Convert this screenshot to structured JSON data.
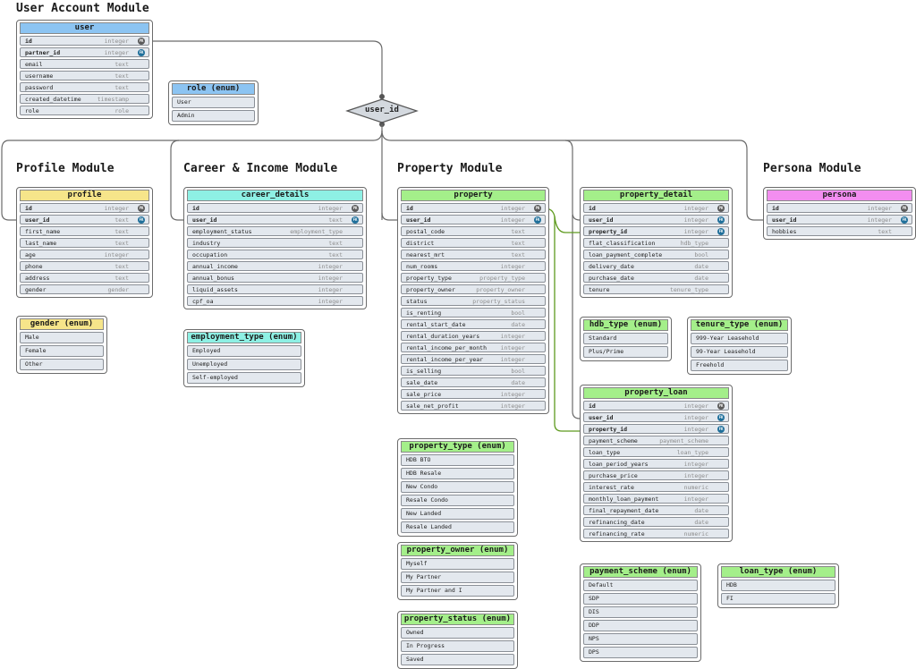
{
  "colors": {
    "user_module": "#8cc4f2",
    "profile_module": "#f6e58a",
    "career_module": "#8ef0e4",
    "property_module": "#a4ef8a",
    "persona_module": "#f38ef0",
    "wire": "#6a6a6a",
    "property_wire": "#5e9a1e"
  },
  "connector": {
    "label": "user_id"
  },
  "modules": {
    "user": {
      "title": "User Account Module"
    },
    "profile": {
      "title": "Profile Module"
    },
    "career": {
      "title": "Career & Income Module"
    },
    "property": {
      "title": "Property Module"
    },
    "persona": {
      "title": "Persona Module"
    }
  },
  "tables": {
    "user": {
      "name": "user",
      "fields": [
        {
          "name": "id",
          "type": "integer",
          "key": "PK",
          "bold": true
        },
        {
          "name": "partner_id",
          "type": "integer",
          "key": "FK",
          "bold": true
        },
        {
          "name": "email",
          "type": "text",
          "key": ""
        },
        {
          "name": "username",
          "type": "text",
          "key": ""
        },
        {
          "name": "password",
          "type": "text",
          "key": ""
        },
        {
          "name": "created_datetime",
          "type": "timestamp",
          "key": ""
        },
        {
          "name": "role",
          "type": "role",
          "key": ""
        }
      ]
    },
    "profile": {
      "name": "profile",
      "fields": [
        {
          "name": "id",
          "type": "integer",
          "key": "PK",
          "bold": true
        },
        {
          "name": "user_id",
          "type": "text",
          "key": "FK",
          "bold": true
        },
        {
          "name": "first_name",
          "type": "text",
          "key": ""
        },
        {
          "name": "last_name",
          "type": "text",
          "key": ""
        },
        {
          "name": "age",
          "type": "integer",
          "key": ""
        },
        {
          "name": "phone",
          "type": "text",
          "key": ""
        },
        {
          "name": "address",
          "type": "text",
          "key": ""
        },
        {
          "name": "gender",
          "type": "gender",
          "key": ""
        }
      ]
    },
    "career_details": {
      "name": "career_details",
      "fields": [
        {
          "name": "id",
          "type": "integer",
          "key": "PK",
          "bold": true
        },
        {
          "name": "user_id",
          "type": "text",
          "key": "FK",
          "bold": true
        },
        {
          "name": "employment_status",
          "type": "employment_type",
          "key": ""
        },
        {
          "name": "industry",
          "type": "text",
          "key": ""
        },
        {
          "name": "occupation",
          "type": "text",
          "key": ""
        },
        {
          "name": "annual_income",
          "type": "integer",
          "key": ""
        },
        {
          "name": "annual_bonus",
          "type": "integer",
          "key": ""
        },
        {
          "name": "liquid_assets",
          "type": "integer",
          "key": ""
        },
        {
          "name": "cpf_oa",
          "type": "integer",
          "key": ""
        }
      ]
    },
    "property": {
      "name": "property",
      "fields": [
        {
          "name": "id",
          "type": "integer",
          "key": "PK",
          "bold": true
        },
        {
          "name": "user_id",
          "type": "integer",
          "key": "FK",
          "bold": true
        },
        {
          "name": "postal_code",
          "type": "text",
          "key": ""
        },
        {
          "name": "district",
          "type": "text",
          "key": ""
        },
        {
          "name": "nearest_mrt",
          "type": "text",
          "key": ""
        },
        {
          "name": "num_rooms",
          "type": "integer",
          "key": ""
        },
        {
          "name": "property_type",
          "type": "property_type",
          "key": ""
        },
        {
          "name": "property_owner",
          "type": "property_owner",
          "key": ""
        },
        {
          "name": "status",
          "type": "property_status",
          "key": ""
        },
        {
          "name": "is_renting",
          "type": "bool",
          "key": ""
        },
        {
          "name": "rental_start_date",
          "type": "date",
          "key": ""
        },
        {
          "name": "rental_duration_years",
          "type": "integer",
          "key": ""
        },
        {
          "name": "rental_income_per_month",
          "type": "integer",
          "key": ""
        },
        {
          "name": "rental_income_per_year",
          "type": "integer",
          "key": ""
        },
        {
          "name": "is_selling",
          "type": "bool",
          "key": ""
        },
        {
          "name": "sale_date",
          "type": "date",
          "key": ""
        },
        {
          "name": "sale_price",
          "type": "integer",
          "key": ""
        },
        {
          "name": "sale_net_profit",
          "type": "integer",
          "key": ""
        }
      ]
    },
    "property_detail": {
      "name": "property_detail",
      "fields": [
        {
          "name": "id",
          "type": "integer",
          "key": "PK",
          "bold": true
        },
        {
          "name": "user_id",
          "type": "integer",
          "key": "FK",
          "bold": true
        },
        {
          "name": "property_id",
          "type": "integer",
          "key": "FK",
          "bold": true
        },
        {
          "name": "flat_classification",
          "type": "hdb_type",
          "key": ""
        },
        {
          "name": "loan_payment_complete",
          "type": "bool",
          "key": ""
        },
        {
          "name": "delivery_date",
          "type": "date",
          "key": ""
        },
        {
          "name": "purchase_date",
          "type": "date",
          "key": ""
        },
        {
          "name": "tenure",
          "type": "tenure_type",
          "key": ""
        }
      ]
    },
    "property_loan": {
      "name": "property_loan",
      "fields": [
        {
          "name": "id",
          "type": "integer",
          "key": "PK",
          "bold": true
        },
        {
          "name": "user_id",
          "type": "integer",
          "key": "FK",
          "bold": true
        },
        {
          "name": "property_id",
          "type": "integer",
          "key": "FK",
          "bold": true
        },
        {
          "name": "payment_scheme",
          "type": "payment_scheme",
          "key": ""
        },
        {
          "name": "loan_type",
          "type": "loan_type",
          "key": ""
        },
        {
          "name": "loan_period_years",
          "type": "integer",
          "key": ""
        },
        {
          "name": "purchase_price",
          "type": "integer",
          "key": ""
        },
        {
          "name": "interest_rate",
          "type": "numeric",
          "key": ""
        },
        {
          "name": "monthly_loan_payment",
          "type": "integer",
          "key": ""
        },
        {
          "name": "final_repayment_date",
          "type": "date",
          "key": ""
        },
        {
          "name": "refinancing_date",
          "type": "date",
          "key": ""
        },
        {
          "name": "refinancing_rate",
          "type": "numeric",
          "key": ""
        }
      ]
    },
    "persona": {
      "name": "persona",
      "fields": [
        {
          "name": "id",
          "type": "integer",
          "key": "PK",
          "bold": true
        },
        {
          "name": "user_id",
          "type": "integer",
          "key": "FK",
          "bold": true
        },
        {
          "name": "hobbies",
          "type": "text",
          "key": ""
        }
      ]
    }
  },
  "enums": {
    "role": {
      "name": "role (enum)",
      "values": [
        "User",
        "Admin"
      ]
    },
    "gender": {
      "name": "gender (enum)",
      "values": [
        "Male",
        "Female",
        "Other"
      ]
    },
    "employment_type": {
      "name": "employment_type (enum)",
      "values": [
        "Employed",
        "Unemployed",
        "Self-employed"
      ]
    },
    "property_type": {
      "name": "property_type (enum)",
      "values": [
        "HDB BTO",
        "HDB Resale",
        "New Condo",
        "Resale Condo",
        "New Landed",
        "Resale Landed"
      ]
    },
    "property_owner": {
      "name": "property_owner (enum)",
      "values": [
        "Myself",
        "My Partner",
        "My Partner and I"
      ]
    },
    "property_status": {
      "name": "property_status (enum)",
      "values": [
        "Owned",
        "In Progress",
        "Saved"
      ]
    },
    "hdb_type": {
      "name": "hdb_type (enum)",
      "values": [
        "Standard",
        "Plus/Prime"
      ]
    },
    "tenure_type": {
      "name": "tenure_type (enum)",
      "values": [
        "999-Year Leasehold",
        "99-Year Leasehold",
        "Freehold"
      ]
    },
    "payment_scheme": {
      "name": "payment_scheme (enum)",
      "values": [
        "Default",
        "SDP",
        "DIS",
        "DDP",
        "NPS",
        "DPS"
      ]
    },
    "loan_type": {
      "name": "loan_type (enum)",
      "values": [
        "HDB",
        "FI"
      ]
    }
  }
}
